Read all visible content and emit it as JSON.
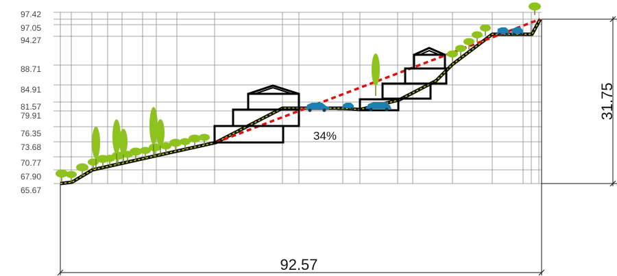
{
  "elevations": [
    "97.42",
    "97.05",
    "94.27",
    "88.71",
    "84.91",
    "81.57",
    "79.91",
    "76.35",
    "73.68",
    "70.77",
    "67.90",
    "65.67"
  ],
  "slope_label": "34%",
  "width_dimension": "92.57",
  "height_dimension": "31.75",
  "colors": {
    "grid": "#8a8a8a",
    "terrain": "#111111",
    "terrain_dash": "#c8d400",
    "slope_line": "#e01010",
    "building": "#000000",
    "tree": "#8dc21f",
    "car": "#1f7fb0",
    "retaining_wall": "#a0a0a0"
  }
}
